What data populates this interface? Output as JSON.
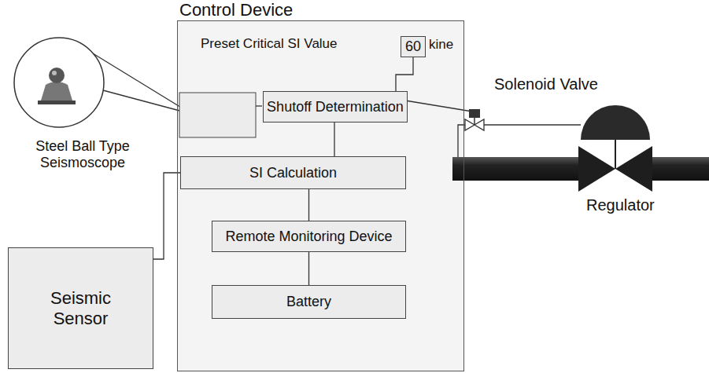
{
  "diagram": {
    "nodes": [
      {
        "text": [
          "Control Device"
        ]
      },
      {
        "text": [
          "60"
        ],
        "in": 0
      },
      {
        "text": [
          "Shutoff Determination"
        ],
        "in": 0
      },
      {
        "text": [
          "SI Calculation"
        ],
        "in": 0
      },
      {
        "text": [
          "Remote Monitoring Device"
        ],
        "in": 0
      },
      {
        "text": [
          "Battery"
        ],
        "in": 0
      },
      {
        "text": [
          "Seismic Sensor"
        ]
      }
    ],
    "edges": [
      {
        "from": 1,
        "to": 2,
        "arrow": "none"
      },
      {
        "from": 2,
        "to": 3,
        "arrow": "none"
      },
      {
        "from": 3,
        "to": 4,
        "arrow": "none"
      },
      {
        "from": 4,
        "to": 5,
        "arrow": "none"
      },
      {
        "from": 6,
        "to": 3,
        "arrow": "none"
      }
    ],
    "labels": [
      "Preset Critical SI Value",
      "kine",
      "Steel Ball Type Seismoscope",
      "Solenoid Valve",
      "Regulator"
    ]
  }
}
